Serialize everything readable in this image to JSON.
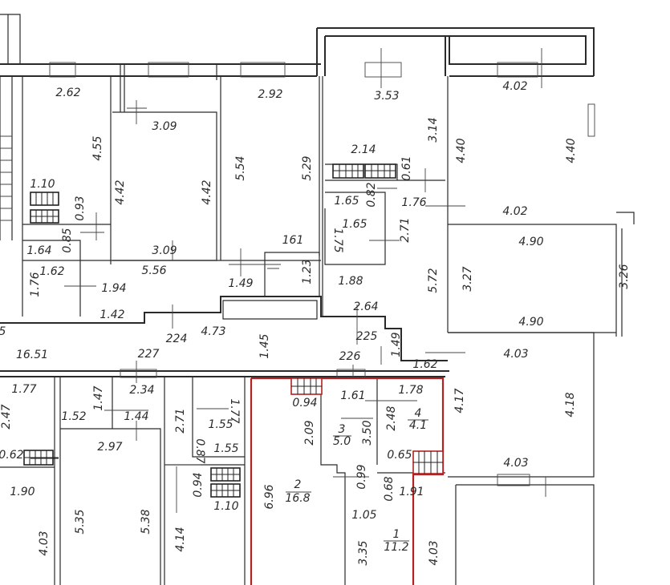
{
  "title": "Floor plan fragment with room dimensions",
  "highlight_color": "#b22222",
  "dimension_labels": [
    "2.62",
    "4.55",
    "3.09",
    "4.42",
    "4.42",
    "2.92",
    "5.54",
    "5.29",
    "3.53",
    "3.14",
    "4.02",
    "4.40",
    "4.40",
    "2.14",
    "0.61",
    "1.10",
    "0.93",
    "1.65",
    "0.82",
    "1.76",
    "4.02",
    "1.65",
    "1.75",
    "2.71",
    "1.64",
    "0.85",
    "3.09",
    "161",
    "4.90",
    "3.27",
    "3.26",
    "1.62",
    "1.76",
    "5.56",
    "1.94",
    "1.49",
    "1.23",
    "1.88",
    "5.72",
    "1.42",
    "2.64",
    "224",
    "4.73",
    "1.45",
    "225",
    "1.49",
    "4.90",
    "5",
    "16.51",
    "227",
    "226",
    "1.62",
    "4.03",
    "1.77",
    "2.47",
    "2.34",
    "1.47",
    "1.52",
    "1.44",
    "2.71",
    "1.77",
    "1.55",
    "2.97",
    "0.87",
    "1.55",
    "0.62",
    "0.94",
    "1.10",
    "1.90",
    "5.35",
    "5.38",
    "4.14",
    "4.03",
    "0.94",
    "1.61",
    "1.78",
    "2.09",
    "3.50",
    "2.48",
    "0.65",
    "0.99",
    "0.68",
    "1.91",
    "6.96",
    "1.05",
    "3.35",
    "4.03",
    "4.17",
    "4.18",
    "4.03"
  ],
  "rooms": [
    {
      "number": "3",
      "area": "5.0"
    },
    {
      "number": "4",
      "area": "4.1"
    },
    {
      "number": "2",
      "area": "16.8"
    },
    {
      "number": "1",
      "area": "11.2"
    }
  ]
}
